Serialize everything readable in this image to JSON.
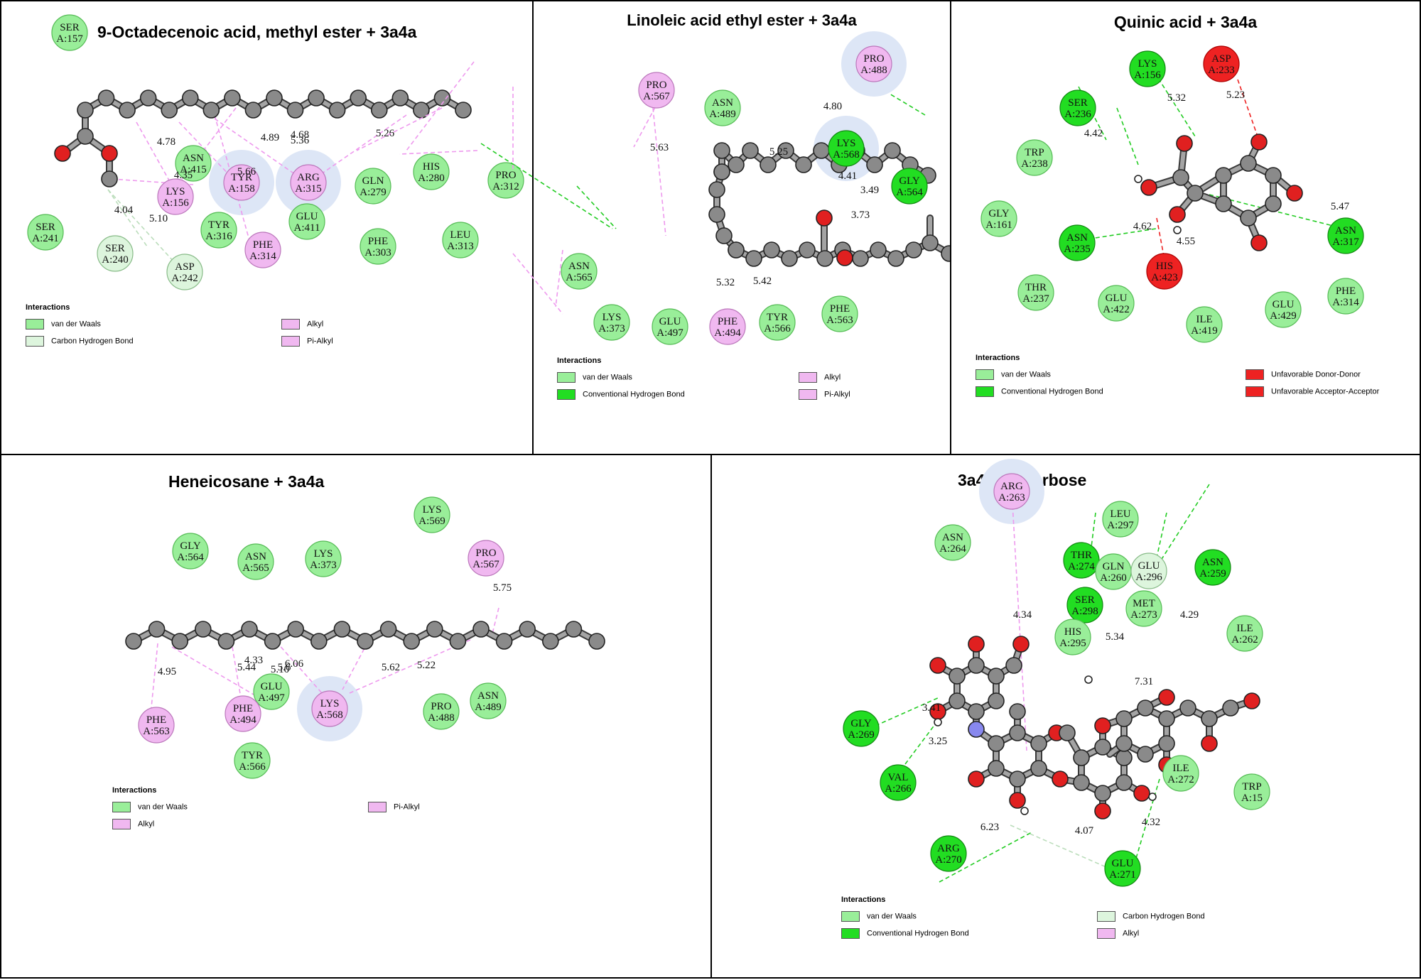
{
  "colors": {
    "vdw_fill": "#99ee99",
    "vdw_stroke": "#55bb55",
    "hbond_fill": "#22dd22",
    "hbond_stroke": "#118811",
    "ch_fill": "#ddf5dd",
    "ch_stroke": "#88bb88",
    "alkyl_fill": "#f0b8f0",
    "alkyl_stroke": "#bb77bb",
    "red_fill": "#ee2222",
    "red_stroke": "#aa0000",
    "carbon": "#8a8a8a",
    "oxygen": "#e02020",
    "nitrogen": "#8888ee",
    "hydrogen": "#ffffff",
    "halo": "#dde6f6",
    "line_alkyl": "#ee99ee",
    "line_hbond": "#22cc22",
    "line_ch": "#bbddbb",
    "line_red": "#ee2222"
  },
  "legend_header": "Interactions",
  "panels": [
    {
      "id": "p1",
      "title": "9-Octadecenoic acid, methyl ester + 3a4a",
      "legend_items": [
        {
          "label": "van der Waals",
          "type": "vdw"
        },
        {
          "label": "Alkyl",
          "type": "alkyl"
        },
        {
          "label": "Carbon Hydrogen Bond",
          "type": "ch"
        },
        {
          "label": "Pi-Alkyl",
          "type": "alkyl"
        }
      ],
      "residues": [
        {
          "l1": "SER",
          "l2": "A:157",
          "type": "vdw"
        },
        {
          "l1": "ASN",
          "l2": "A:415",
          "type": "vdw"
        },
        {
          "l1": "LYS",
          "l2": "A:156",
          "type": "alkyl"
        },
        {
          "l1": "TYR",
          "l2": "A:158",
          "type": "alkyl",
          "halo": true
        },
        {
          "l1": "ARG",
          "l2": "A:315",
          "type": "alkyl",
          "halo": true
        },
        {
          "l1": "GLN",
          "l2": "A:279",
          "type": "vdw"
        },
        {
          "l1": "HIS",
          "l2": "A:280",
          "type": "vdw"
        },
        {
          "l1": "PRO",
          "l2": "A:312",
          "type": "vdw"
        },
        {
          "l1": "SER",
          "l2": "A:241",
          "type": "vdw"
        },
        {
          "l1": "SER",
          "l2": "A:240",
          "type": "ch"
        },
        {
          "l1": "ASP",
          "l2": "A:242",
          "type": "ch"
        },
        {
          "l1": "TYR",
          "l2": "A:316",
          "type": "vdw"
        },
        {
          "l1": "PHE",
          "l2": "A:314",
          "type": "alkyl"
        },
        {
          "l1": "GLU",
          "l2": "A:411",
          "type": "vdw"
        },
        {
          "l1": "PHE",
          "l2": "A:303",
          "type": "vdw"
        },
        {
          "l1": "LEU",
          "l2": "A:313",
          "type": "vdw"
        }
      ],
      "distances": [
        "4.78",
        "4.35",
        "5.66",
        "4.89",
        "4.68",
        "5.36",
        "5.26",
        "4.04",
        "5.10"
      ]
    },
    {
      "id": "p2",
      "title": "Linoleic acid ethyl ester + 3a4a",
      "legend_items": [
        {
          "label": "van der Waals",
          "type": "vdw"
        },
        {
          "label": "Alkyl",
          "type": "alkyl"
        },
        {
          "label": "Conventional Hydrogen Bond",
          "type": "hbond"
        },
        {
          "label": "Pi-Alkyl",
          "type": "alkyl"
        }
      ],
      "residues": [
        {
          "l1": "PRO",
          "l2": "A:488",
          "type": "alkyl",
          "halo": true
        },
        {
          "l1": "PRO",
          "l2": "A:567",
          "type": "alkyl"
        },
        {
          "l1": "ASN",
          "l2": "A:489",
          "type": "vdw"
        },
        {
          "l1": "LYS",
          "l2": "A:568",
          "type": "hbond",
          "halo": true
        },
        {
          "l1": "GLY",
          "l2": "A:564",
          "type": "hbond"
        },
        {
          "l1": "ASN",
          "l2": "A:565",
          "type": "vdw"
        },
        {
          "l1": "LYS",
          "l2": "A:373",
          "type": "vdw"
        },
        {
          "l1": "GLU",
          "l2": "A:497",
          "type": "vdw"
        },
        {
          "l1": "PHE",
          "l2": "A:494",
          "type": "alkyl"
        },
        {
          "l1": "TYR",
          "l2": "A:566",
          "type": "vdw"
        },
        {
          "l1": "PHE",
          "l2": "A:563",
          "type": "vdw"
        }
      ],
      "distances": [
        "4.80",
        "5.63",
        "5.25",
        "4.41",
        "3.49",
        "3.73",
        "5.32",
        "5.42"
      ]
    },
    {
      "id": "p3",
      "title": "Quinic acid + 3a4a",
      "legend_items": [
        {
          "label": "van der Waals",
          "type": "vdw"
        },
        {
          "label": "Unfavorable Donor-Donor",
          "type": "red"
        },
        {
          "label": "Conventional Hydrogen Bond",
          "type": "hbond"
        },
        {
          "label": "Unfavorable Acceptor-Acceptor",
          "type": "red"
        }
      ],
      "residues": [
        {
          "l1": "LYS",
          "l2": "A:156",
          "type": "hbond"
        },
        {
          "l1": "ASP",
          "l2": "A:233",
          "type": "red"
        },
        {
          "l1": "SER",
          "l2": "A:236",
          "type": "hbond"
        },
        {
          "l1": "TRP",
          "l2": "A:238",
          "type": "vdw"
        },
        {
          "l1": "GLY",
          "l2": "A:161",
          "type": "vdw"
        },
        {
          "l1": "ASN",
          "l2": "A:235",
          "type": "hbond"
        },
        {
          "l1": "HIS",
          "l2": "A:423",
          "type": "red"
        },
        {
          "l1": "ASN",
          "l2": "A:317",
          "type": "hbond"
        },
        {
          "l1": "THR",
          "l2": "A:237",
          "type": "vdw"
        },
        {
          "l1": "GLU",
          "l2": "A:422",
          "type": "vdw"
        },
        {
          "l1": "ILE",
          "l2": "A:419",
          "type": "vdw"
        },
        {
          "l1": "GLU",
          "l2": "A:429",
          "type": "vdw"
        },
        {
          "l1": "PHE",
          "l2": "A:314",
          "type": "vdw"
        }
      ],
      "distances": [
        "5.32",
        "5.23",
        "4.42",
        "5.47",
        "4.62",
        "4.55"
      ]
    },
    {
      "id": "p4",
      "title": "Heneicosane + 3a4a",
      "legend_items": [
        {
          "label": "van der Waals",
          "type": "vdw"
        },
        {
          "label": "Pi-Alkyl",
          "type": "alkyl"
        },
        {
          "label": "Alkyl",
          "type": "alkyl"
        }
      ],
      "residues": [
        {
          "l1": "LYS",
          "l2": "A:569",
          "type": "vdw"
        },
        {
          "l1": "GLY",
          "l2": "A:564",
          "type": "vdw"
        },
        {
          "l1": "ASN",
          "l2": "A:565",
          "type": "vdw"
        },
        {
          "l1": "LYS",
          "l2": "A:373",
          "type": "vdw"
        },
        {
          "l1": "PRO",
          "l2": "A:567",
          "type": "alkyl"
        },
        {
          "l1": "GLU",
          "l2": "A:497",
          "type": "vdw"
        },
        {
          "l1": "LYS",
          "l2": "A:568",
          "type": "alkyl",
          "halo": true
        },
        {
          "l1": "PRO",
          "l2": "A:488",
          "type": "vdw"
        },
        {
          "l1": "ASN",
          "l2": "A:489",
          "type": "vdw"
        },
        {
          "l1": "PHE",
          "l2": "A:563",
          "type": "alkyl"
        },
        {
          "l1": "PHE",
          "l2": "A:494",
          "type": "alkyl"
        },
        {
          "l1": "TYR",
          "l2": "A:566",
          "type": "vdw"
        }
      ],
      "distances": [
        "5.75",
        "4.95",
        "5.44",
        "4.33",
        "5.10",
        "5.6",
        "6.06",
        "5.62",
        "5.22"
      ]
    },
    {
      "id": "p5",
      "title": "3a4a + Acarbose",
      "legend_items": [
        {
          "label": "van der Waals",
          "type": "vdw"
        },
        {
          "label": "Carbon Hydrogen Bond",
          "type": "ch"
        },
        {
          "label": "Conventional Hydrogen Bond",
          "type": "hbond"
        },
        {
          "label": "Alkyl",
          "type": "alkyl"
        }
      ],
      "residues": [
        {
          "l1": "ARG",
          "l2": "A:263",
          "type": "alkyl",
          "halo": true
        },
        {
          "l1": "LEU",
          "l2": "A:297",
          "type": "vdw"
        },
        {
          "l1": "ASN",
          "l2": "A:264",
          "type": "vdw"
        },
        {
          "l1": "THR",
          "l2": "A:274",
          "type": "hbond"
        },
        {
          "l1": "GLN",
          "l2": "A:260",
          "type": "vdw"
        },
        {
          "l1": "GLU",
          "l2": "A:296",
          "type": "ch"
        },
        {
          "l1": "ASN",
          "l2": "A:259",
          "type": "hbond"
        },
        {
          "l1": "SER",
          "l2": "A:298",
          "type": "hbond"
        },
        {
          "l1": "MET",
          "l2": "A:273",
          "type": "vdw"
        },
        {
          "l1": "HIS",
          "l2": "A:295",
          "type": "vdw"
        },
        {
          "l1": "ILE",
          "l2": "A:262",
          "type": "vdw"
        },
        {
          "l1": "GLY",
          "l2": "A:269",
          "type": "hbond"
        },
        {
          "l1": "VAL",
          "l2": "A:266",
          "type": "hbond"
        },
        {
          "l1": "ILE",
          "l2": "A:272",
          "type": "vdw"
        },
        {
          "l1": "TRP",
          "l2": "A:15",
          "type": "vdw"
        },
        {
          "l1": "ARG",
          "l2": "A:270",
          "type": "hbond"
        },
        {
          "l1": "GLU",
          "l2": "A:271",
          "type": "hbond"
        }
      ],
      "distances": [
        "4.34",
        "5.34",
        "7.31",
        "4.29",
        "3.41",
        "3.25",
        "6.23",
        "4.07",
        "4.32"
      ]
    }
  ]
}
